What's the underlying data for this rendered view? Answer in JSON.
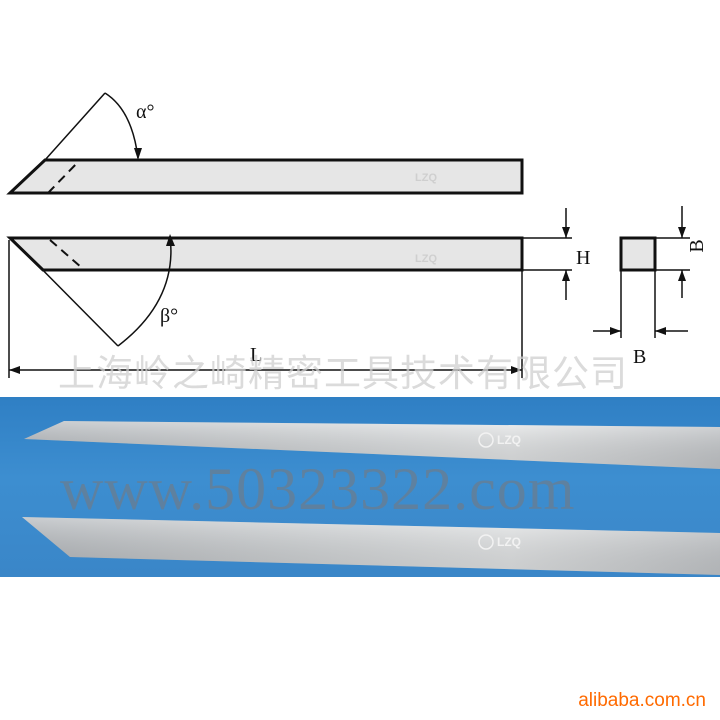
{
  "labels": {
    "alpha": "α°",
    "beta": "β°",
    "length": "L",
    "height": "H",
    "width_b_side": "B",
    "width_b_bottom": "B"
  },
  "brand_mark": "LZQ",
  "watermark_company": "上海岭之崎精密工具技术有限公司",
  "watermark_url": "www.50323322.com",
  "footer_site": "alibaba.com.cn",
  "colors": {
    "blade_fill": "#e6e6e6",
    "outline": "#111111",
    "photo_background": "#3a86c8",
    "footer_text": "#ff6a00"
  }
}
